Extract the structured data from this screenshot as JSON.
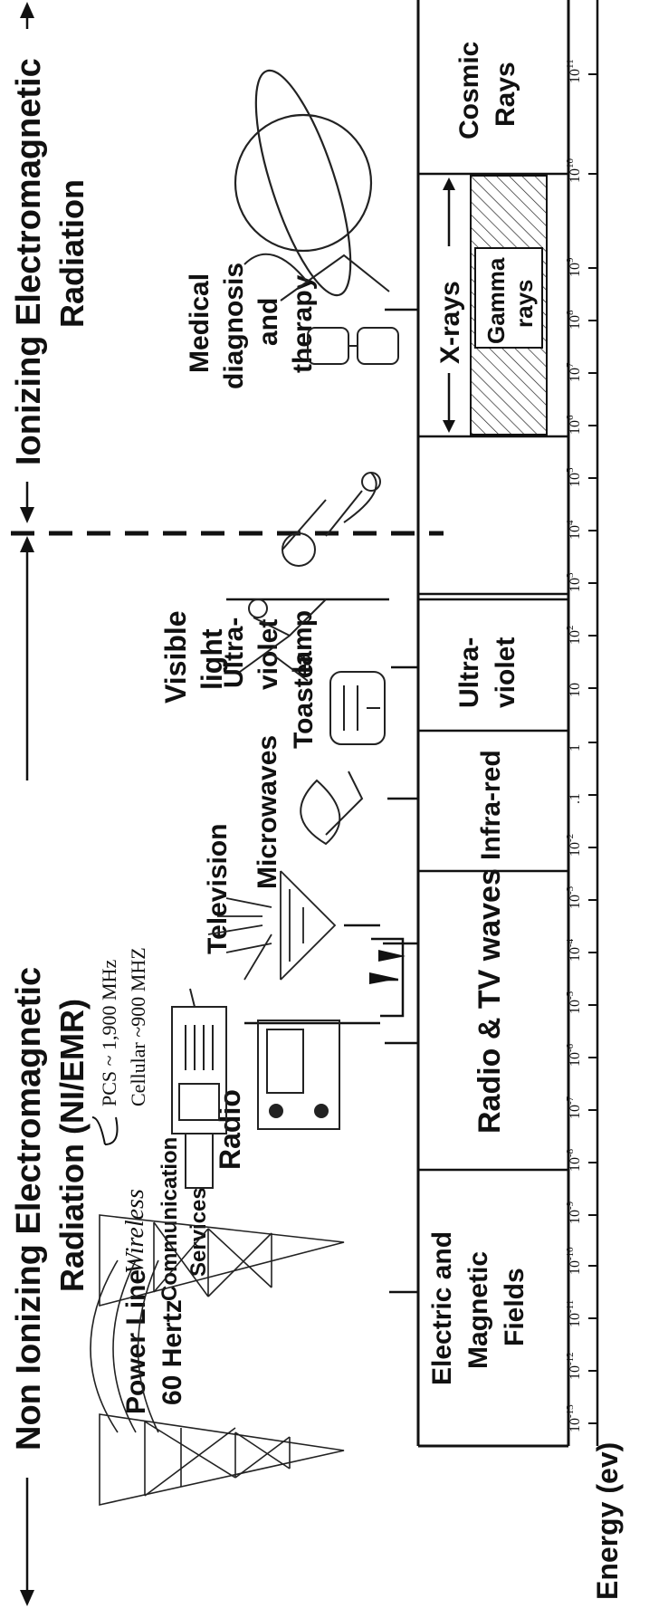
{
  "header": {
    "non_ionizing_line1": "Non Ionizing Electromagnetic",
    "non_ionizing_line2": "Radiation (NI/EMR)",
    "ionizing_line1": "Ionizing Electromagnetic",
    "ionizing_line2": "Radiation"
  },
  "energy_axis_label": "Energy (ev)",
  "bands": [
    {
      "lines": [
        "Electric and",
        "Magnetic",
        "Fields"
      ]
    },
    {
      "lines": [
        "Radio & TV waves"
      ]
    },
    {
      "lines": [
        "Infra-red"
      ]
    },
    {
      "lines": [
        "Ultra-",
        "violet"
      ]
    },
    {
      "lines": [
        "X-rays"
      ]
    },
    {
      "lines": [
        "Gamma",
        "rays"
      ]
    },
    {
      "lines": [
        "Cosmic",
        "Rays"
      ]
    }
  ],
  "sources": {
    "power_line": [
      "Power Line",
      "60 Hertz"
    ],
    "wireless": [
      "Wireless",
      "Communication",
      "Services"
    ],
    "pcs": "PCS ~ 1,900 MHz",
    "cellular": "Cellular ~900 MHZ",
    "radio": "Radio",
    "television": "Television",
    "microwaves": "Microwaves",
    "toaster": "Toaster",
    "visible_light": [
      "Visible",
      "light"
    ],
    "uv_lamp": [
      "Ultra-",
      "violet",
      "lamp"
    ],
    "medical": [
      "Medical",
      "diagnosis",
      "and",
      "therapy"
    ]
  },
  "ticks": [
    {
      "base": "10",
      "exp": "-13"
    },
    {
      "base": "10",
      "exp": "-12"
    },
    {
      "base": "10",
      "exp": "-11"
    },
    {
      "base": "10",
      "exp": "-10"
    },
    {
      "base": "10",
      "exp": "-9"
    },
    {
      "base": "10",
      "exp": "-8"
    },
    {
      "base": "10",
      "exp": "-7"
    },
    {
      "base": "10",
      "exp": "-6"
    },
    {
      "base": "10",
      "exp": "-5"
    },
    {
      "base": "10",
      "exp": "-4"
    },
    {
      "base": "10",
      "exp": "-3"
    },
    {
      "base": "10",
      "exp": "-2"
    },
    {
      "base": ".1",
      "exp": ""
    },
    {
      "base": "1",
      "exp": ""
    },
    {
      "base": "10",
      "exp": ""
    },
    {
      "base": "10",
      "exp": "2"
    },
    {
      "base": "10",
      "exp": "3"
    },
    {
      "base": "10",
      "exp": "4"
    },
    {
      "base": "10",
      "exp": "5"
    },
    {
      "base": "10",
      "exp": "6"
    },
    {
      "base": "10",
      "exp": "7"
    },
    {
      "base": "10",
      "exp": "8"
    },
    {
      "base": "10",
      "exp": "9"
    },
    {
      "base": "10",
      "exp": "10"
    },
    {
      "base": "10",
      "exp": "11"
    }
  ]
}
